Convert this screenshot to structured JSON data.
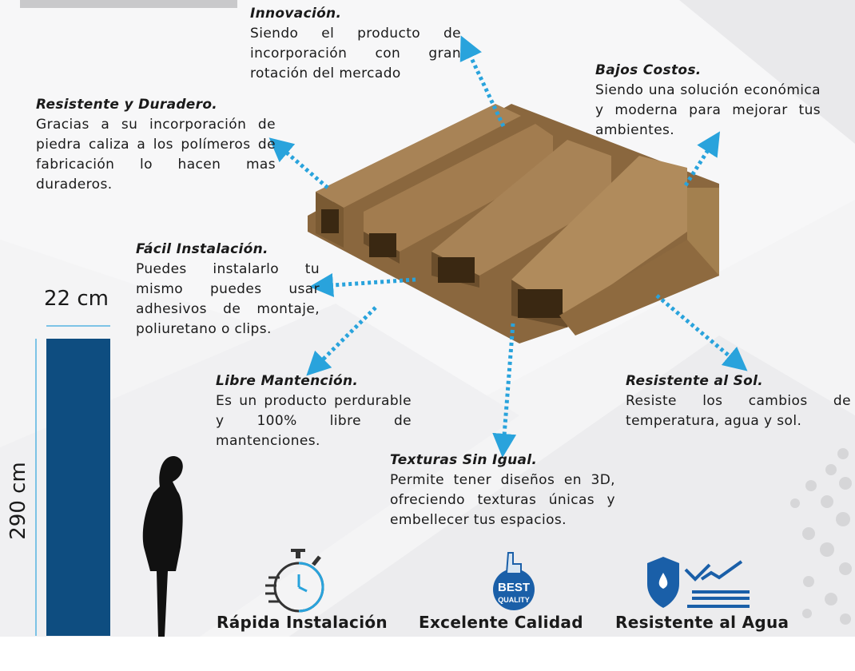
{
  "features": [
    {
      "title": "Innovación.",
      "body": "Siendo el producto de incorporación con gran rotación del mercado"
    },
    {
      "title": "Bajos Costos.",
      "body": "Siendo una solución económica y moderna para mejorar tus ambientes."
    },
    {
      "title": "Resistente y Duradero.",
      "body": "Gracias a su incorporación de piedra caliza a los polímeros de fabricación lo hacen mas duraderos."
    },
    {
      "title": "Fácil Instalación.",
      "body": "Puedes instalarlo tu mismo puedes usar adhesivos de montaje, poliuretano o clips."
    },
    {
      "title": "Libre Mantención.",
      "body": "Es un producto perdurable y 100% libre de mantenciones."
    },
    {
      "title": "Resistente al Sol.",
      "body": "Resiste los cambios de temperatura, agua y sol."
    },
    {
      "title": "Texturas Sin Igual.",
      "body": "Permite tener diseños en 3D, ofreciendo texturas únicas y embellecer tus espacios."
    }
  ],
  "dimensions": {
    "width": "22 cm",
    "height": "290 cm"
  },
  "badges": [
    {
      "label": "Rápida Instalación",
      "icon": "stopwatch-icon"
    },
    {
      "label": "Excelente Calidad",
      "icon": "best-quality-icon",
      "icon_text_1": "BEST",
      "icon_text_2": "QUALITY"
    },
    {
      "label": "Resistente al Agua",
      "icon": "water-shield-icon"
    }
  ],
  "colors": {
    "accent": "#29a3dc",
    "bar": "#0e4d80",
    "wood": "#a27c4f"
  }
}
